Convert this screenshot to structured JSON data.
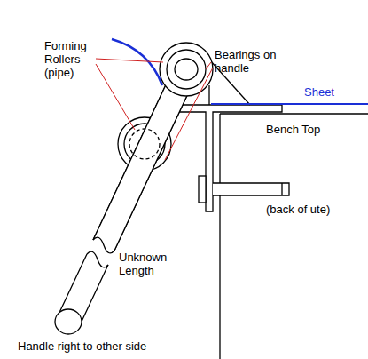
{
  "diagram": {
    "labels": [
      "Forming Rollers (pipe)",
      "Bearings on handle",
      "Sheet",
      "Bench Top",
      "(back of ute)",
      "Unknown Length",
      "Handle right to other side"
    ]
  }
}
